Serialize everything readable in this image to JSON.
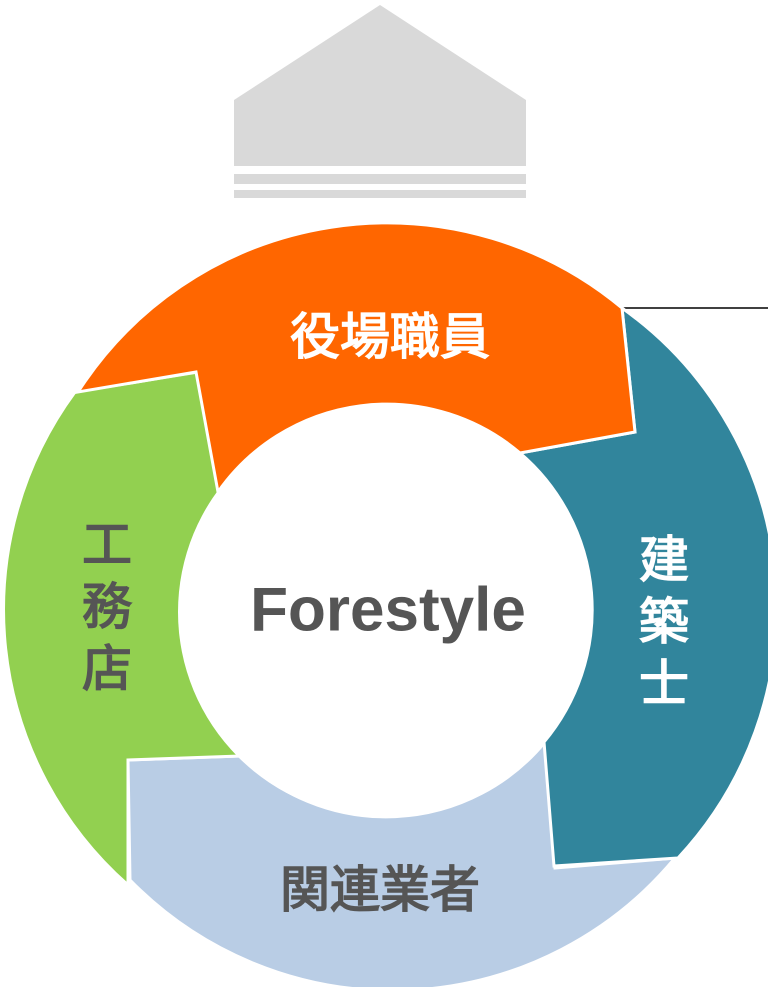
{
  "center": {
    "label": "Forestyle"
  },
  "segments": {
    "top": {
      "label": "役場職員",
      "color": "#ff6600"
    },
    "right": {
      "label": "建築士",
      "color": "#31859c"
    },
    "bottom": {
      "label": "関連業者",
      "color": "#b9cde5"
    },
    "left": {
      "label": "工務店",
      "color": "#92d050"
    }
  },
  "house_icon": {
    "name": "house-icon",
    "color": "#d9d9d9"
  }
}
